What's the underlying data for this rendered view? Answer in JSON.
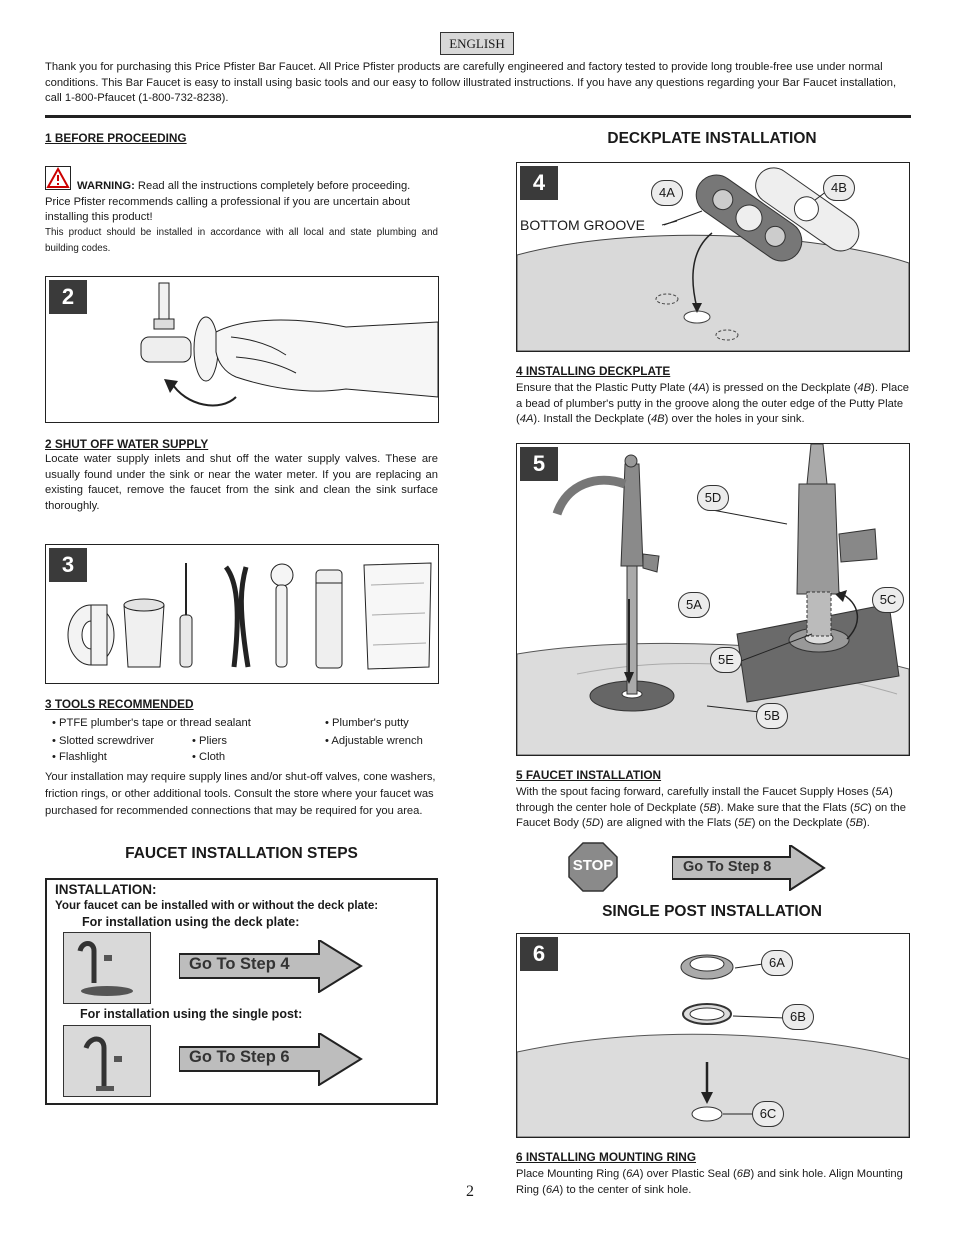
{
  "language_label": "ENGLISH",
  "intro": "Thank you for purchasing this Price Pfister Bar Faucet. All Price Pfister products are carefully engineered and factory tested to provide long trouble-free use under normal conditions. This Bar Faucet is easy to install using basic tools and our easy to follow illustrated instructions. If you have any questions regarding your Bar Faucet installation, call 1-800-Pfaucet (1-800-732-8238).",
  "section1": {
    "heading": "1   BEFORE PROCEEDING",
    "warning_label": "WARNING:",
    "warning_text": " Read all the instructions completely before proceeding. Price Pfister recommends calling a professional if you are uncertain about installing this product!",
    "code_note": "This product should be installed in accordance with all local and state plumbing and building codes."
  },
  "step2": {
    "number": "2",
    "heading": "2   SHUT OFF WATER SUPPLY",
    "text": "Locate water supply inlets and shut off the water supply valves. These are usually found under the sink or near the water meter. If you are replacing an existing faucet, remove the faucet from the sink and clean the sink surface thoroughly."
  },
  "step3": {
    "number": "3",
    "heading": "3   TOOLS RECOMMENDED",
    "tools": {
      "tape": "• PTFE plumber's tape or thread sealant",
      "putty": "• Plumber's putty",
      "screwdriver": "• Slotted screwdriver",
      "pliers": "• Pliers",
      "wrench": "• Adjustable wrench",
      "flashlight": "• Flashlight",
      "cloth": "• Cloth"
    },
    "note": "Your installation may require supply lines and/or shut-off valves, cone washers, friction rings, or other additional tools. Consult the store where your faucet was purchased for recommended connections that may be required for you area."
  },
  "steps_box": {
    "heading": "FAUCET INSTALLATION STEPS",
    "title": "INSTALLATION:",
    "subtitle": "Your faucet can be installed with or without the deck plate:",
    "option1": "For installation using the deck plate:",
    "option1_button": "Go To Step 4",
    "option2": "For  installation using the single post:",
    "option2_button": "Go To Step 6"
  },
  "deckplate": {
    "heading": "DECKPLATE INSTALLATION",
    "number": "4",
    "callout_a": "4A",
    "callout_b": "4B",
    "groove_label": "BOTTOM GROOVE",
    "sub_heading": "4   INSTALLING DECKPLATE",
    "text_1": "Ensure that the Plastic Putty Plate (",
    "ref_a1": "4A",
    "text_2": ") is pressed on the Deckplate (",
    "ref_b1": "4B",
    "text_3": ").  Place a bead of plumber's putty in the groove along the outer edge of the Putty Plate (",
    "ref_a2": "4A",
    "text_4": ").  Install the Deckplate (",
    "ref_b2": "4B",
    "text_5": ") over the holes in your sink."
  },
  "step5": {
    "number": "5",
    "callouts": {
      "a": "5A",
      "b": "5B",
      "c": "5C",
      "d": "5D",
      "e": "5E"
    },
    "heading": "5   FAUCET INSTALLATION",
    "text_1": "With the spout facing forward, carefully install the Faucet Supply Hoses (",
    "ref_a": "5A",
    "text_2": ") through the center hole of Deckplate (",
    "ref_b1": "5B",
    "text_3": ").  Make sure that the Flats (",
    "ref_c": "5C",
    "text_4": ") on the Faucet Body (",
    "ref_d": "5D",
    "text_5": ") are aligned with the Flats (",
    "ref_e": "5E",
    "text_6": ") on the Deckplate (",
    "ref_b2": "5B",
    "text_7": ")."
  },
  "stop": {
    "sign": "STOP",
    "button": "Go To Step 8"
  },
  "single_post": {
    "heading": "SINGLE POST INSTALLATION",
    "number": "6",
    "callouts": {
      "a": "6A",
      "b": "6B",
      "c": "6C"
    },
    "sub_heading": "6   INSTALLING MOUNTING RING",
    "text_1": "Place Mounting Ring (",
    "ref_a1": "6A",
    "text_2": ") over Plastic Seal (",
    "ref_b": "6B",
    "text_3": ") and sink hole. Align Mounting Ring (",
    "ref_a2": "6A",
    "text_4": ") to the center of sink hole."
  },
  "page_number": "2"
}
